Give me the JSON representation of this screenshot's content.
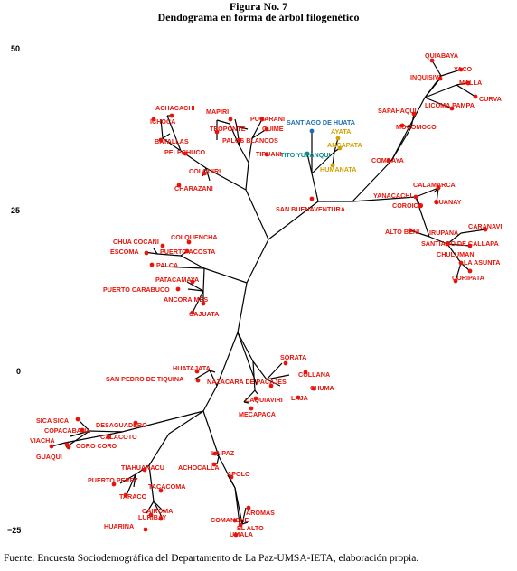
{
  "figure": {
    "title": "Figura No. 7",
    "subtitle": "Dendograma en forma de árbol filogenético",
    "footer": "Fuente: Encuesta Sociodemográfica del Departamento de La Paz-UMSA-IETA, elaboración propia."
  },
  "axis": {
    "ticks": [
      "50",
      "25",
      "0",
      "−25"
    ]
  },
  "colors": {
    "red": "#e8140a",
    "blue": "#1a6fb5",
    "teal": "#0a8c8c",
    "gold": "#d4a000",
    "branch": "#000000"
  },
  "leaves": [
    {
      "name": "QUIABAYA",
      "color": "red"
    },
    {
      "name": "YACO",
      "color": "red"
    },
    {
      "name": "INQUISIVI",
      "color": "red"
    },
    {
      "name": "MALLA",
      "color": "red"
    },
    {
      "name": "CURVA",
      "color": "red"
    },
    {
      "name": "LICOMA PAMPA",
      "color": "red"
    },
    {
      "name": "SAPAHAQUI",
      "color": "red"
    },
    {
      "name": "MOCOMOCO",
      "color": "red"
    },
    {
      "name": "COMBAYA",
      "color": "red"
    },
    {
      "name": "SANTIAGO DE HUATA",
      "color": "blue"
    },
    {
      "name": "AYATA",
      "color": "gold"
    },
    {
      "name": "ANCAPATA",
      "color": "gold"
    },
    {
      "name": "TITO YUPANQUI",
      "color": "teal"
    },
    {
      "name": "HUMANATA",
      "color": "gold"
    },
    {
      "name": "SAN BUENAVENTURA",
      "color": "red"
    },
    {
      "name": "CALAMARCA",
      "color": "red"
    },
    {
      "name": "YANACACHI",
      "color": "red"
    },
    {
      "name": "GUANAY",
      "color": "red"
    },
    {
      "name": "COROICO",
      "color": "red"
    },
    {
      "name": "CARANAVI",
      "color": "red"
    },
    {
      "name": "ALTO BENI",
      "color": "red"
    },
    {
      "name": "IRUPANA",
      "color": "red"
    },
    {
      "name": "SANTIAGO DE CALLAPA",
      "color": "red"
    },
    {
      "name": "CHULUMANI",
      "color": "red"
    },
    {
      "name": "LA ASUNTA",
      "color": "red"
    },
    {
      "name": "CORIPATA",
      "color": "red"
    },
    {
      "name": "ACHACACHI",
      "color": "red"
    },
    {
      "name": "MAPIRI",
      "color": "red"
    },
    {
      "name": "PUCARANI",
      "color": "red"
    },
    {
      "name": "ICHOCA",
      "color": "red"
    },
    {
      "name": "TEOPONTE",
      "color": "red"
    },
    {
      "name": "GUIME",
      "color": "red"
    },
    {
      "name": "PALOS BLANCOS",
      "color": "red"
    },
    {
      "name": "BATALLAS",
      "color": "red"
    },
    {
      "name": "PELECHUCO",
      "color": "red"
    },
    {
      "name": "TIPUANI",
      "color": "red"
    },
    {
      "name": "COLQUIRI",
      "color": "red"
    },
    {
      "name": "CHARAZANI",
      "color": "red"
    },
    {
      "name": "COLQUENCHA",
      "color": "red"
    },
    {
      "name": "CHUA COCANI",
      "color": "red"
    },
    {
      "name": "PUERTO ACOSTA",
      "color": "red"
    },
    {
      "name": "ESCOMA",
      "color": "red"
    },
    {
      "name": "PALCA",
      "color": "red"
    },
    {
      "name": "PATACAMAYA",
      "color": "red"
    },
    {
      "name": "PUERTO CARABUCO",
      "color": "red"
    },
    {
      "name": "ANCORAIMES",
      "color": "red"
    },
    {
      "name": "CAJUATA",
      "color": "red"
    },
    {
      "name": "SORATA",
      "color": "red"
    },
    {
      "name": "COLLANA",
      "color": "red"
    },
    {
      "name": "HUATAJATA",
      "color": "red"
    },
    {
      "name": "SAN PEDRO DE TIQUINA",
      "color": "red"
    },
    {
      "name": "NAZACARA DE PACAJES",
      "color": "red"
    },
    {
      "name": "CHUMA",
      "color": "red"
    },
    {
      "name": "CAQUIAVIRI",
      "color": "red"
    },
    {
      "name": "LAJA",
      "color": "red"
    },
    {
      "name": "MECAPACA",
      "color": "red"
    },
    {
      "name": "SICA SICA",
      "color": "red"
    },
    {
      "name": "DESAGUADERO",
      "color": "red"
    },
    {
      "name": "COPACABANA",
      "color": "red"
    },
    {
      "name": "CALACOTO",
      "color": "red"
    },
    {
      "name": "VIACHA",
      "color": "red"
    },
    {
      "name": "CORO CORO",
      "color": "red"
    },
    {
      "name": "GUAQUI",
      "color": "red"
    },
    {
      "name": "LA PAZ",
      "color": "red"
    },
    {
      "name": "ACHOCALLA",
      "color": "red"
    },
    {
      "name": "TIAHUANACU",
      "color": "red"
    },
    {
      "name": "APOLO",
      "color": "red"
    },
    {
      "name": "PUERTO PEREZ",
      "color": "red"
    },
    {
      "name": "TACACOMA",
      "color": "red"
    },
    {
      "name": "TARACO",
      "color": "red"
    },
    {
      "name": "AROMAS",
      "color": "red"
    },
    {
      "name": "LURIBAY",
      "color": "red"
    },
    {
      "name": "CAIROMA",
      "color": "red"
    },
    {
      "name": "COMANCHE",
      "color": "red"
    },
    {
      "name": "EL ALTO",
      "color": "red"
    },
    {
      "name": "HUARINA",
      "color": "red"
    },
    {
      "name": "UMALA",
      "color": "red"
    }
  ]
}
